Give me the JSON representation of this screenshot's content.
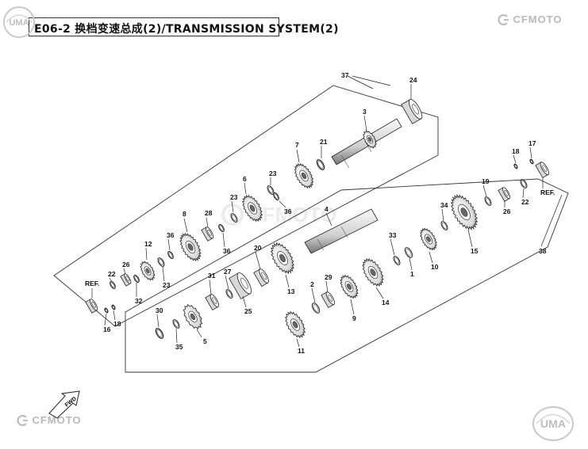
{
  "header": {
    "code": "E06-2",
    "title": "换档变速总成(2)/TRANSMISSION SYSTEM(2)"
  },
  "brand": {
    "logo_text": "CFMOTO",
    "uma_text": "UMA",
    "watermark_text": "CFMOTO"
  },
  "fwd_label": "FWD",
  "callouts": {
    "c37": "37",
    "c24": "24",
    "c3": "3",
    "c7": "7",
    "c21": "21",
    "c23a": "23",
    "c6": "6",
    "c23b": "23",
    "c36a": "36",
    "c28": "28",
    "c8": "8",
    "c36b": "36",
    "c36c": "36",
    "c12": "12",
    "c26a": "26",
    "c23c": "23",
    "c22a": "22",
    "c32": "32",
    "refa": "REF.",
    "c16": "16",
    "c18a": "18",
    "c4": "4",
    "c18b": "18",
    "c17": "17",
    "c19": "19",
    "c34": "34",
    "c22b": "22",
    "c26b": "26",
    "refb": "REF.",
    "c38": "38",
    "c33": "33",
    "c10": "10",
    "c15": "15",
    "c20": "20",
    "c27": "27",
    "c31": "31",
    "c30": "30",
    "c5": "5",
    "c35": "35",
    "c25": "25",
    "c13": "13",
    "c2": "2",
    "c29": "29",
    "c9": "9",
    "c14": "14",
    "c1": "1",
    "c11": "11"
  },
  "colors": {
    "line": "#222222",
    "part_fill": "#f4f4f4",
    "part_shade": "#9a9a9a",
    "watermark": "#c8c8c8"
  }
}
